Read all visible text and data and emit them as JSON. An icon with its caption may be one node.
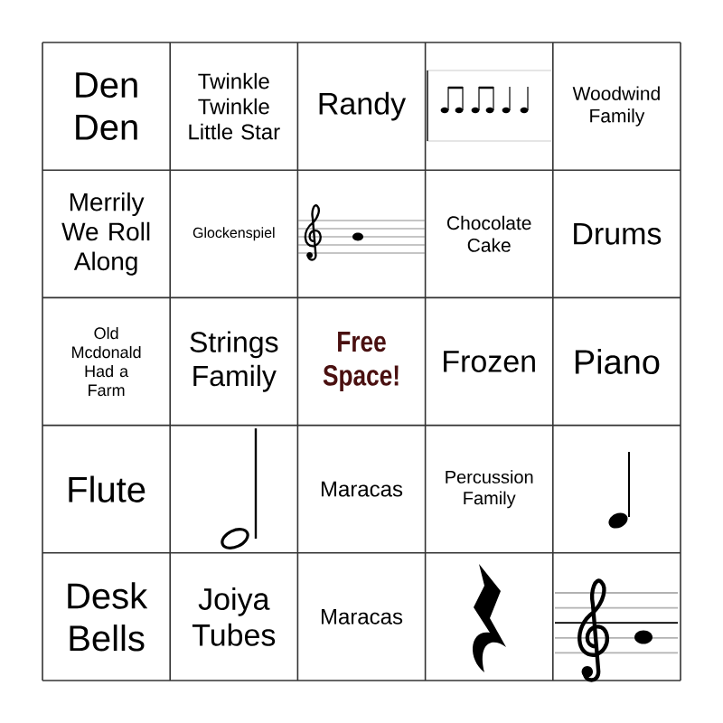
{
  "diagram": {
    "labels": [
      "Den Den",
      "Twinkle Twinkle Little Star",
      "Randy",
      "Woodwind Family",
      "Merrily We Roll Along",
      "Glockenspiel",
      "Chocolate Cake",
      "Drums",
      "Old Mcdonald Had a Farm",
      "Strings Family",
      "Free Space!",
      "Frozen",
      "Piano",
      "Flute",
      "Maracas",
      "Percussion Family",
      "Desk Bells",
      "Joiya Tubes",
      "Maracas"
    ]
  }
}
